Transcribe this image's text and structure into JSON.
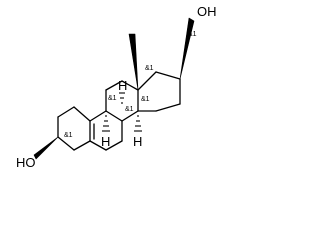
{
  "molecule": {
    "atoms": {
      "oh_top": "OH",
      "ho_left": "HO",
      "h_c9": "H",
      "h_c8": "H",
      "h_c14": "H"
    },
    "stereo_labels": {
      "c17": "&1",
      "c13": "&1",
      "c9": "&1",
      "c14": "&1",
      "c8": "&1",
      "c3": "&1"
    }
  }
}
